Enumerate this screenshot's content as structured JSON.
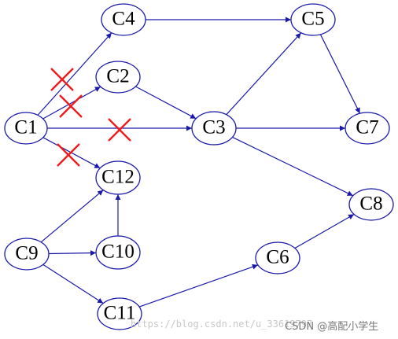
{
  "diagram": {
    "nodes": [
      {
        "id": "C1",
        "label": "C1"
      },
      {
        "id": "C2",
        "label": "C2"
      },
      {
        "id": "C3",
        "label": "C3"
      },
      {
        "id": "C4",
        "label": "C4"
      },
      {
        "id": "C5",
        "label": "C5"
      },
      {
        "id": "C6",
        "label": "C6"
      },
      {
        "id": "C7",
        "label": "C7"
      },
      {
        "id": "C8",
        "label": "C8"
      },
      {
        "id": "C9",
        "label": "C9"
      },
      {
        "id": "C10",
        "label": "C10"
      },
      {
        "id": "C11",
        "label": "C11"
      },
      {
        "id": "C12",
        "label": "C12"
      }
    ],
    "edges": [
      {
        "from": "C1",
        "to": "C4",
        "crossed": true
      },
      {
        "from": "C1",
        "to": "C2",
        "crossed": true
      },
      {
        "from": "C1",
        "to": "C3",
        "crossed": true
      },
      {
        "from": "C1",
        "to": "C12",
        "crossed": true
      },
      {
        "from": "C2",
        "to": "C3",
        "crossed": false
      },
      {
        "from": "C4",
        "to": "C5",
        "crossed": false
      },
      {
        "from": "C3",
        "to": "C5",
        "crossed": false
      },
      {
        "from": "C5",
        "to": "C7",
        "crossed": false
      },
      {
        "from": "C3",
        "to": "C7",
        "crossed": false
      },
      {
        "from": "C3",
        "to": "C8",
        "crossed": false
      },
      {
        "from": "C9",
        "to": "C12",
        "crossed": false
      },
      {
        "from": "C9",
        "to": "C10",
        "crossed": false
      },
      {
        "from": "C10",
        "to": "C12",
        "crossed": false
      },
      {
        "from": "C9",
        "to": "C11",
        "crossed": false
      },
      {
        "from": "C11",
        "to": "C6",
        "crossed": false
      },
      {
        "from": "C6",
        "to": "C8",
        "crossed": false
      }
    ],
    "colors": {
      "edge": "#1a1aa8",
      "cross": "#ee1c1c"
    }
  },
  "watermark": {
    "url_text": "https://blog.csdn.net/u_33619797",
    "site_text": "CSDN @高配小学生"
  }
}
